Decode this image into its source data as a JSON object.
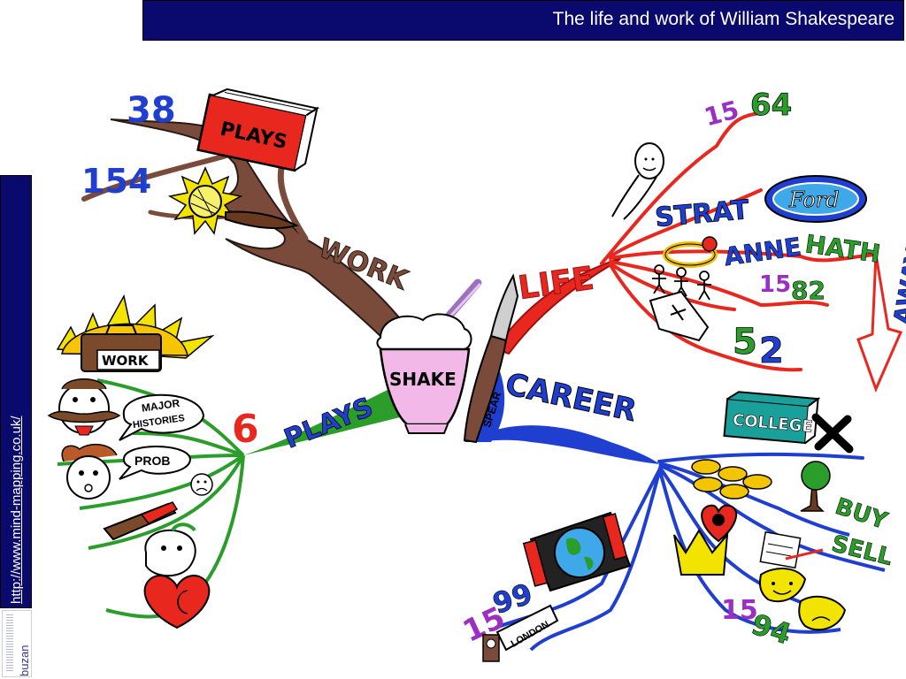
{
  "header": {
    "title": "The life and work of William Shakespeare"
  },
  "sidebar": {
    "link": "http://www.mind-mapping.co.uk/"
  },
  "logo": {
    "text": "buzan"
  },
  "mindmap": {
    "center": {
      "cup_label": "SHAKE",
      "pen_label": "SPEAR"
    },
    "work": {
      "label": "WORK",
      "plays_count": "38",
      "plays_book": "PLAYS",
      "sonnets_count": "154"
    },
    "life": {
      "label": "LIFE",
      "birth_prefix": "15",
      "birth_suffix": "64",
      "birthplace": "STRAT",
      "ford": "Ford",
      "wife_first": "ANNE",
      "wife_last": "HATH",
      "marriage_prefix": "15",
      "marriage_suffix": "82",
      "away": "AWAY",
      "death_age_1": "5",
      "death_age_2": "2"
    },
    "career": {
      "label": "CAREER",
      "college": "COLLEGE",
      "buy": "BUY",
      "sell": "SELL",
      "year_1599_prefix": "15",
      "year_1599_suffix": "99",
      "london": "LONDON",
      "year_1594_prefix": "15",
      "year_1594_suffix": "94"
    },
    "plays": {
      "number": "6",
      "label": "PLAYS",
      "briefcase": "WORK",
      "bubble_major": "MAJOR",
      "bubble_histories": "HISTORIES",
      "bubble_prob": "PROB"
    }
  },
  "colors": {
    "header_bg": "#0a0a6e",
    "work_branch": "#7a4a3a",
    "life_branch": "#e8281e",
    "career_branch": "#1f3fd0",
    "plays_branch": "#2a9d2a",
    "numbers_blue": "#1f3fd0",
    "purple": "#9b2fc4"
  }
}
